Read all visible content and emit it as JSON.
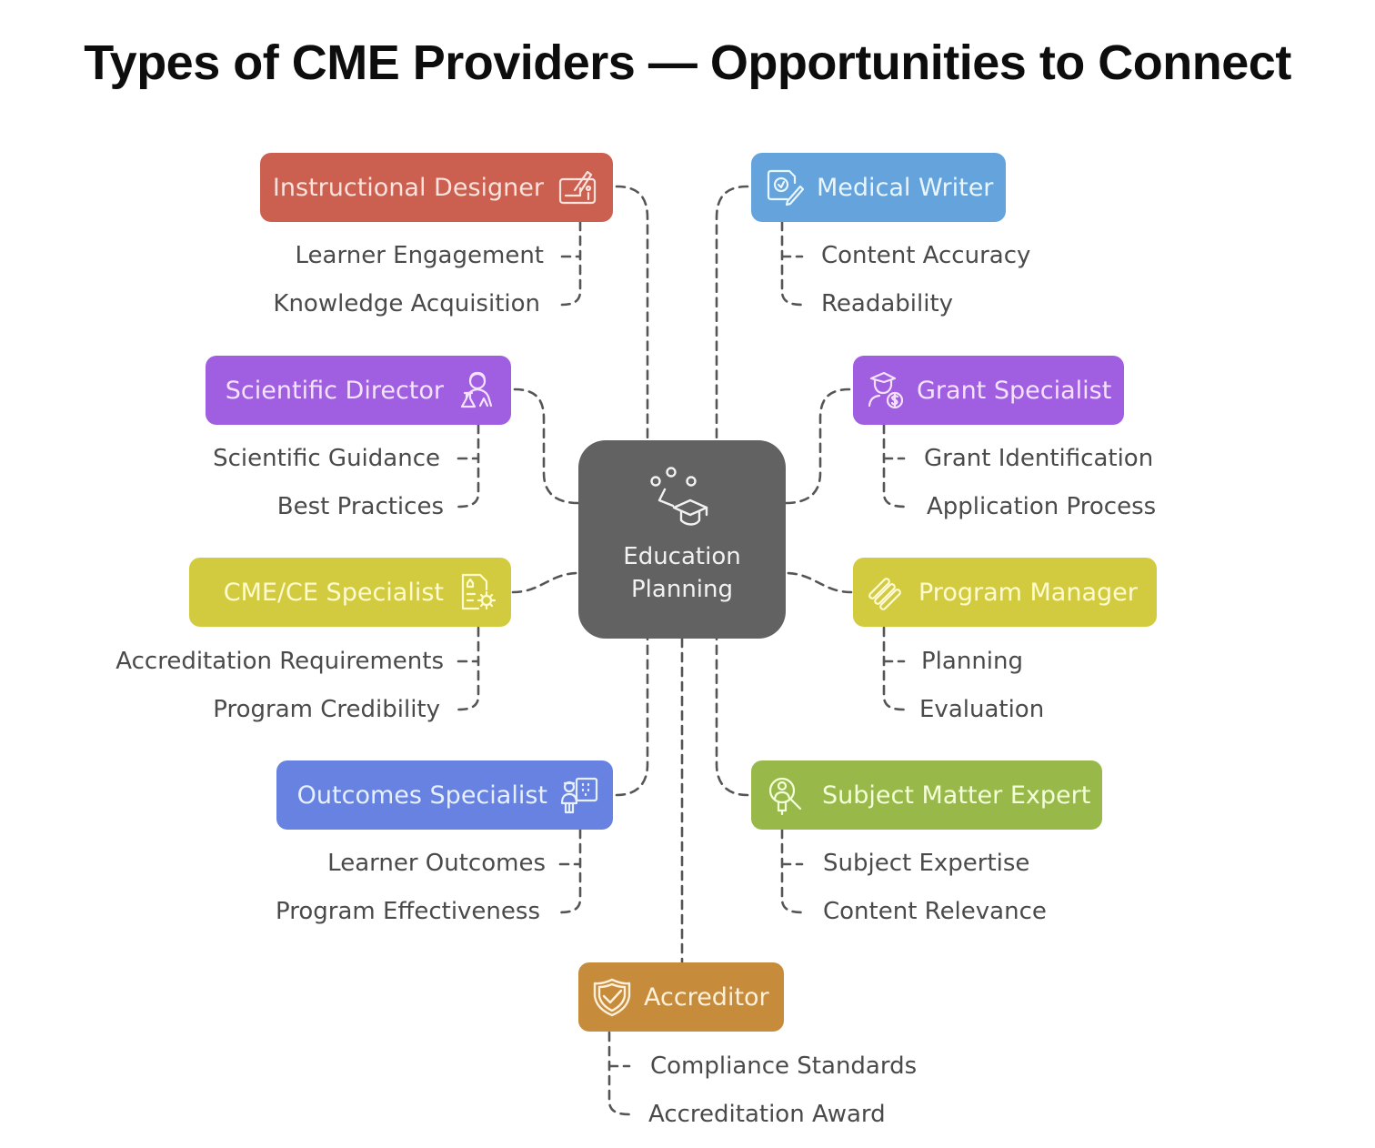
{
  "title": "Types of CME Providers — Opportunities to Connect",
  "center": {
    "label": "Education Planning",
    "icon": "education-planning-icon",
    "color": "#626262"
  },
  "providers": [
    {
      "id": "instructional-designer",
      "label": "Instructional Designer",
      "icon": "design-tablet-icon",
      "color": "#cc6050",
      "text_color": "#fbe3dd",
      "items": [
        "Learner Engagement",
        "Knowledge Acquisition"
      ]
    },
    {
      "id": "medical-writer",
      "label": "Medical Writer",
      "icon": "document-pen-icon",
      "color": "#65a3dc",
      "text_color": "#e8f6ff",
      "items": [
        "Content Accuracy",
        "Readability"
      ]
    },
    {
      "id": "scientific-director",
      "label": "Scientific Director",
      "icon": "scientist-flask-icon",
      "color": "#a05ee0",
      "text_color": "#f5e2ff",
      "items": [
        "Scientific Guidance",
        "Best Practices"
      ]
    },
    {
      "id": "grant-specialist",
      "label": "Grant Specialist",
      "icon": "person-dollar-icon",
      "color": "#a05ee0",
      "text_color": "#f5e2ff",
      "items": [
        "Grant Identification",
        "Application Process"
      ]
    },
    {
      "id": "cme-ce-specialist",
      "label": "CME/CE Specialist",
      "icon": "document-gear-icon",
      "color": "#d3cb3f",
      "text_color": "#fffbd0",
      "items": [
        "Accreditation Requirements",
        "Program Credibility"
      ]
    },
    {
      "id": "program-manager",
      "label": "Program Manager",
      "icon": "linked-bars-icon",
      "color": "#d3cb3f",
      "text_color": "#fffbd0",
      "items": [
        "Planning",
        "Evaluation"
      ]
    },
    {
      "id": "outcomes-specialist",
      "label": "Outcomes Specialist",
      "icon": "presenter-board-icon",
      "color": "#6882e2",
      "text_color": "#e6f0ff",
      "items": [
        "Learner Outcomes",
        "Program Effectiveness"
      ]
    },
    {
      "id": "subject-matter-expert",
      "label": "Subject Matter Expert",
      "icon": "expert-search-icon",
      "color": "#98b94a",
      "text_color": "#f3ffd8",
      "items": [
        "Subject Expertise",
        "Content Relevance"
      ]
    },
    {
      "id": "accreditor",
      "label": "Accreditor",
      "icon": "shield-check-icon",
      "color": "#c78c3b",
      "text_color": "#fff0dc",
      "items": [
        "Compliance Standards",
        "Accreditation Award"
      ]
    }
  ]
}
